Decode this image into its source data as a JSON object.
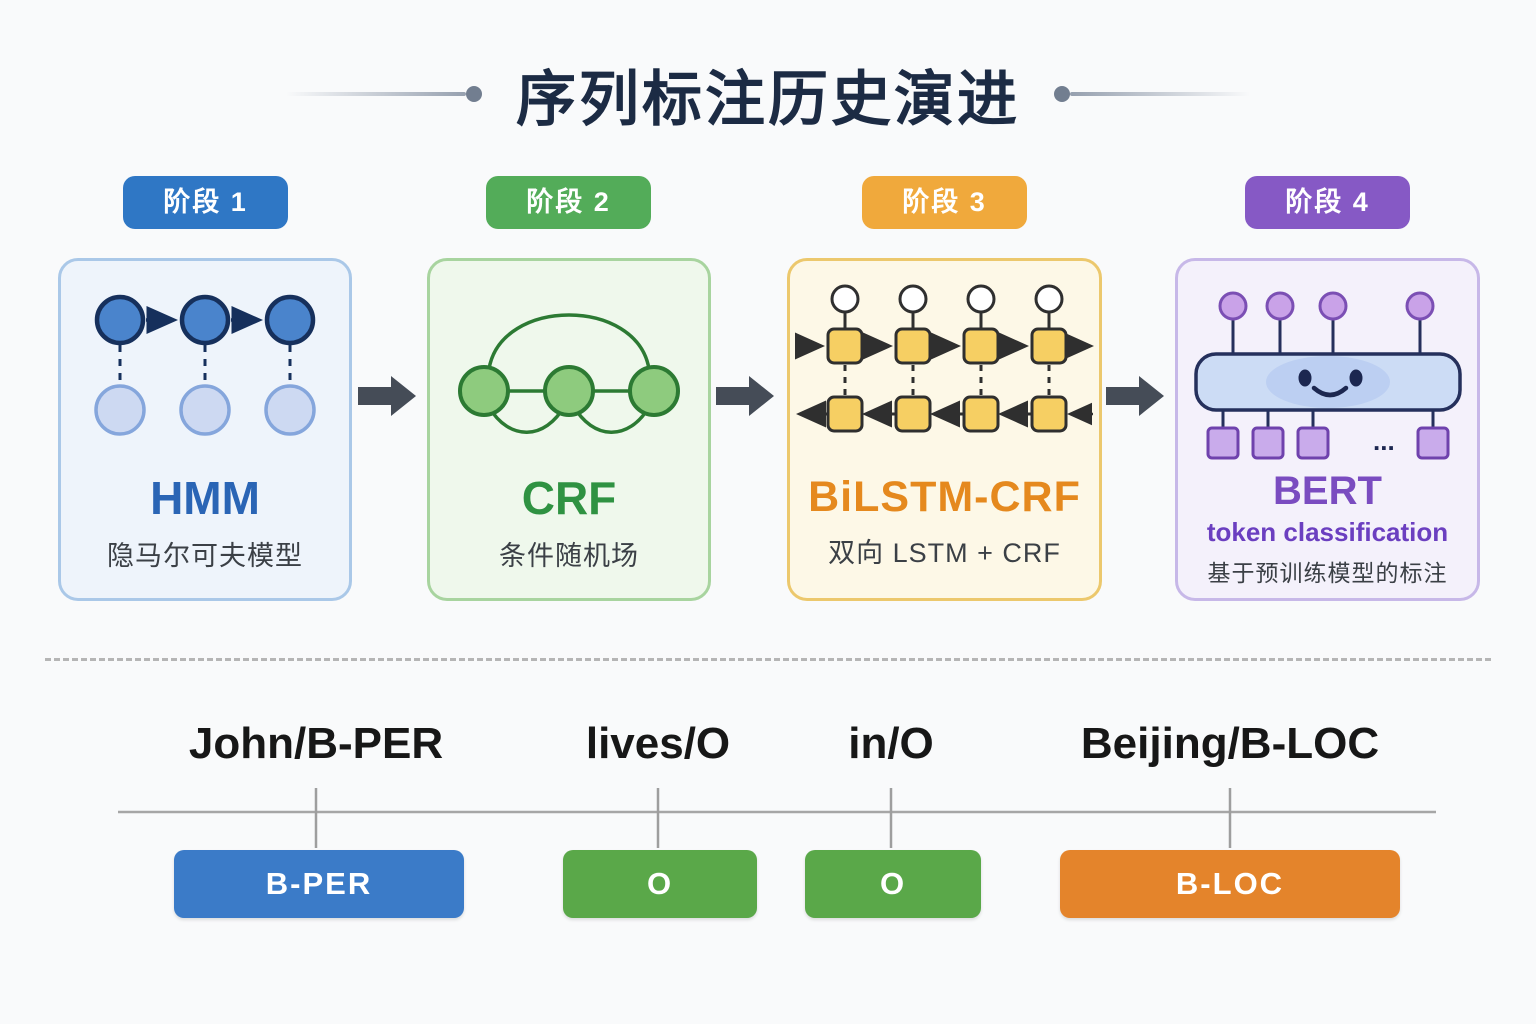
{
  "title": "序列标注历史演进",
  "stages": [
    {
      "badge": "阶段 1",
      "badge_color": "#2f77c5",
      "name": "HMM",
      "name_color": "#2a65b5",
      "subtitle": "隐马尔可夫模型",
      "card_bg": "#eef4fb",
      "card_border": "#aac8e8"
    },
    {
      "badge": "阶段 2",
      "badge_color": "#53ac59",
      "name": "CRF",
      "name_color": "#2f9242",
      "subtitle": "条件随机场",
      "card_bg": "#eff8ec",
      "card_border": "#a8d49f"
    },
    {
      "badge": "阶段 3",
      "badge_color": "#f0a93c",
      "name": "BiLSTM-CRF",
      "name_color": "#e5891e",
      "subtitle": "双向 LSTM + CRF",
      "card_bg": "#fdf8e7",
      "card_border": "#ecc86d"
    },
    {
      "badge": "阶段 4",
      "badge_color": "#8659c5",
      "name": "BERT",
      "name_color": "#7a4cc0",
      "subtitle_en": "token classification",
      "subtitle": "基于预训练模型的标注",
      "ellipsis": "...",
      "card_bg": "#f4f1fb",
      "card_border": "#c7b8e8"
    }
  ],
  "example": {
    "tokens": [
      {
        "word": "John/B-PER",
        "tag": "B-PER",
        "color": "#3b7bc8"
      },
      {
        "word": "lives/O",
        "tag": "O",
        "color": "#5aa849"
      },
      {
        "word": "in/O",
        "tag": "O",
        "color": "#5aa849"
      },
      {
        "word": "Beijing/B-LOC",
        "tag": "B-LOC",
        "color": "#e4842b"
      }
    ]
  }
}
